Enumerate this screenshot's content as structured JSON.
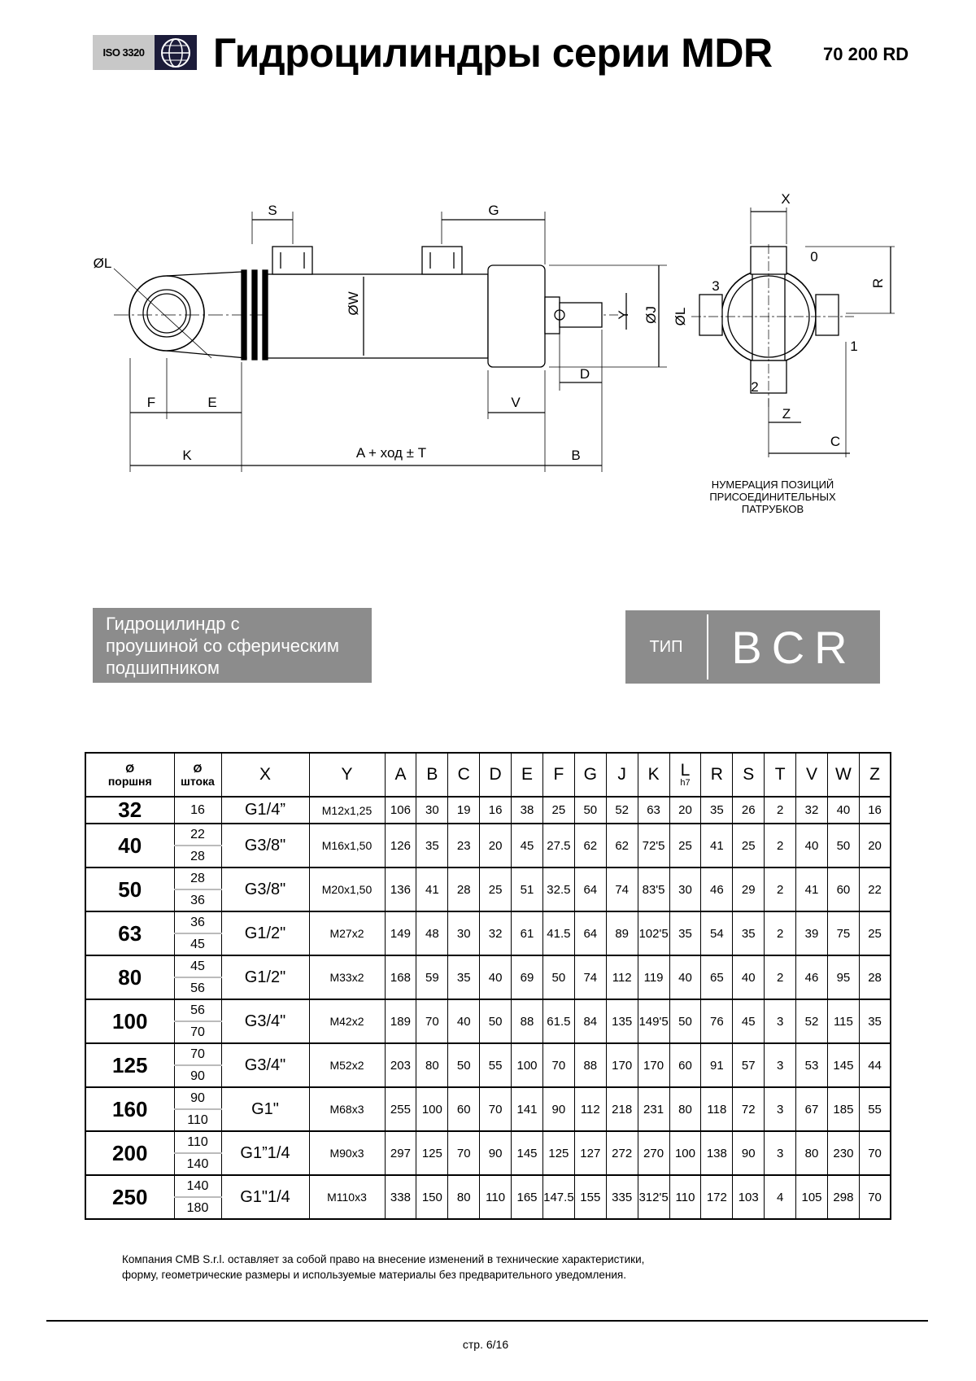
{
  "header": {
    "logo_text": "ISO 3320",
    "logo_mark": "ISO",
    "title": "Гидроцилиндры серии MDR",
    "code": "70 200 RD"
  },
  "drawing": {
    "labels": {
      "S": "S",
      "G": "G",
      "dL": "ØL",
      "dW": "ØW",
      "Y": "Y",
      "dJ": "ØJ",
      "dL2": "ØL",
      "D": "D",
      "F": "F",
      "E": "E",
      "V": "V",
      "K": "K",
      "A": "A +   ход   ± T",
      "B": "B",
      "X": "X",
      "R": "R",
      "Z": "Z",
      "C": "C",
      "p0": "0",
      "p1": "1",
      "p2": "2",
      "p3": "3"
    },
    "caption": [
      "НУМЕРАЦИЯ ПОЗИЦИЙ",
      "ПРИСОЕДИНИТЕЛЬНЫХ",
      "ПАТРУБКОВ"
    ]
  },
  "description": [
    "Гидроцилиндр с",
    "проушиной со сферическим",
    "подшипником"
  ],
  "type_box": {
    "label": "ТИП",
    "value": "BCR"
  },
  "table": {
    "headers": [
      {
        "top": "Ø",
        "bottom": "поршня"
      },
      {
        "top": "Ø",
        "bottom": "штока"
      },
      "X",
      "Y",
      "A",
      "B",
      "C",
      "D",
      "E",
      "F",
      "G",
      "J",
      "K",
      {
        "top": "L",
        "bottom": "h7"
      },
      "R",
      "S",
      "T",
      "V",
      "W",
      "Z"
    ],
    "rows": [
      {
        "piston": "32",
        "rod": [
          "16"
        ],
        "X": "G1/4”",
        "Y": "M12x1,25",
        "vals": [
          "106",
          "30",
          "19",
          "16",
          "38",
          "25",
          "50",
          "52",
          "63",
          "20",
          "35",
          "26",
          "2",
          "32",
          "40",
          "16"
        ]
      },
      {
        "piston": "40",
        "rod": [
          "22",
          "28"
        ],
        "X": "G3/8\"",
        "Y": "M16x1,50",
        "vals": [
          "126",
          "35",
          "23",
          "20",
          "45",
          "27.5",
          "62",
          "62",
          "72'5",
          "25",
          "41",
          "25",
          "2",
          "40",
          "50",
          "20"
        ]
      },
      {
        "piston": "50",
        "rod": [
          "28",
          "36"
        ],
        "X": "G3/8\"",
        "Y": "M20x1,50",
        "vals": [
          "136",
          "41",
          "28",
          "25",
          "51",
          "32.5",
          "64",
          "74",
          "83'5",
          "30",
          "46",
          "29",
          "2",
          "41",
          "60",
          "22"
        ]
      },
      {
        "piston": "63",
        "rod": [
          "36",
          "45"
        ],
        "X": "G1/2\"",
        "Y": "M27x2",
        "vals": [
          "149",
          "48",
          "30",
          "32",
          "61",
          "41.5",
          "64",
          "89",
          "102'5",
          "35",
          "54",
          "35",
          "2",
          "39",
          "75",
          "25"
        ]
      },
      {
        "piston": "80",
        "rod": [
          "45",
          "56"
        ],
        "X": "G1/2\"",
        "Y": "M33x2",
        "vals": [
          "168",
          "59",
          "35",
          "40",
          "69",
          "50",
          "74",
          "112",
          "119",
          "40",
          "65",
          "40",
          "2",
          "46",
          "95",
          "28"
        ]
      },
      {
        "piston": "100",
        "rod": [
          "56",
          "70"
        ],
        "X": "G3/4\"",
        "Y": "M42x2",
        "vals": [
          "189",
          "70",
          "40",
          "50",
          "88",
          "61.5",
          "84",
          "135",
          "149'5",
          "50",
          "76",
          "45",
          "3",
          "52",
          "115",
          "35"
        ]
      },
      {
        "piston": "125",
        "rod": [
          "70",
          "90"
        ],
        "X": "G3/4\"",
        "Y": "M52x2",
        "vals": [
          "203",
          "80",
          "50",
          "55",
          "100",
          "70",
          "88",
          "170",
          "170",
          "60",
          "91",
          "57",
          "3",
          "53",
          "145",
          "44"
        ]
      },
      {
        "piston": "160",
        "rod": [
          "90",
          "110"
        ],
        "X": "G1\"",
        "Y": "M68x3",
        "vals": [
          "255",
          "100",
          "60",
          "70",
          "141",
          "90",
          "112",
          "218",
          "231",
          "80",
          "118",
          "72",
          "3",
          "67",
          "185",
          "55"
        ]
      },
      {
        "piston": "200",
        "rod": [
          "110",
          "140"
        ],
        "X": "G1”1/4",
        "Y": "M90x3",
        "vals": [
          "297",
          "125",
          "70",
          "90",
          "145",
          "125",
          "127",
          "272",
          "270",
          "100",
          "138",
          "90",
          "3",
          "80",
          "230",
          "70"
        ]
      },
      {
        "piston": "250",
        "rod": [
          "140",
          "180"
        ],
        "X": "G1\"1/4",
        "Y": "M110x3",
        "vals": [
          "338",
          "150",
          "80",
          "110",
          "165",
          "147.5",
          "155",
          "335",
          "312'5",
          "110",
          "172",
          "103",
          "4",
          "105",
          "298",
          "70"
        ]
      }
    ]
  },
  "footnote": [
    "Компания CMB S.r.l. оставляет за собой право на внесение изменений в технические характеристики,",
    "форму, геометрические размеры и используемые материалы без предварительного уведомления."
  ],
  "page": "стр. 6/16"
}
